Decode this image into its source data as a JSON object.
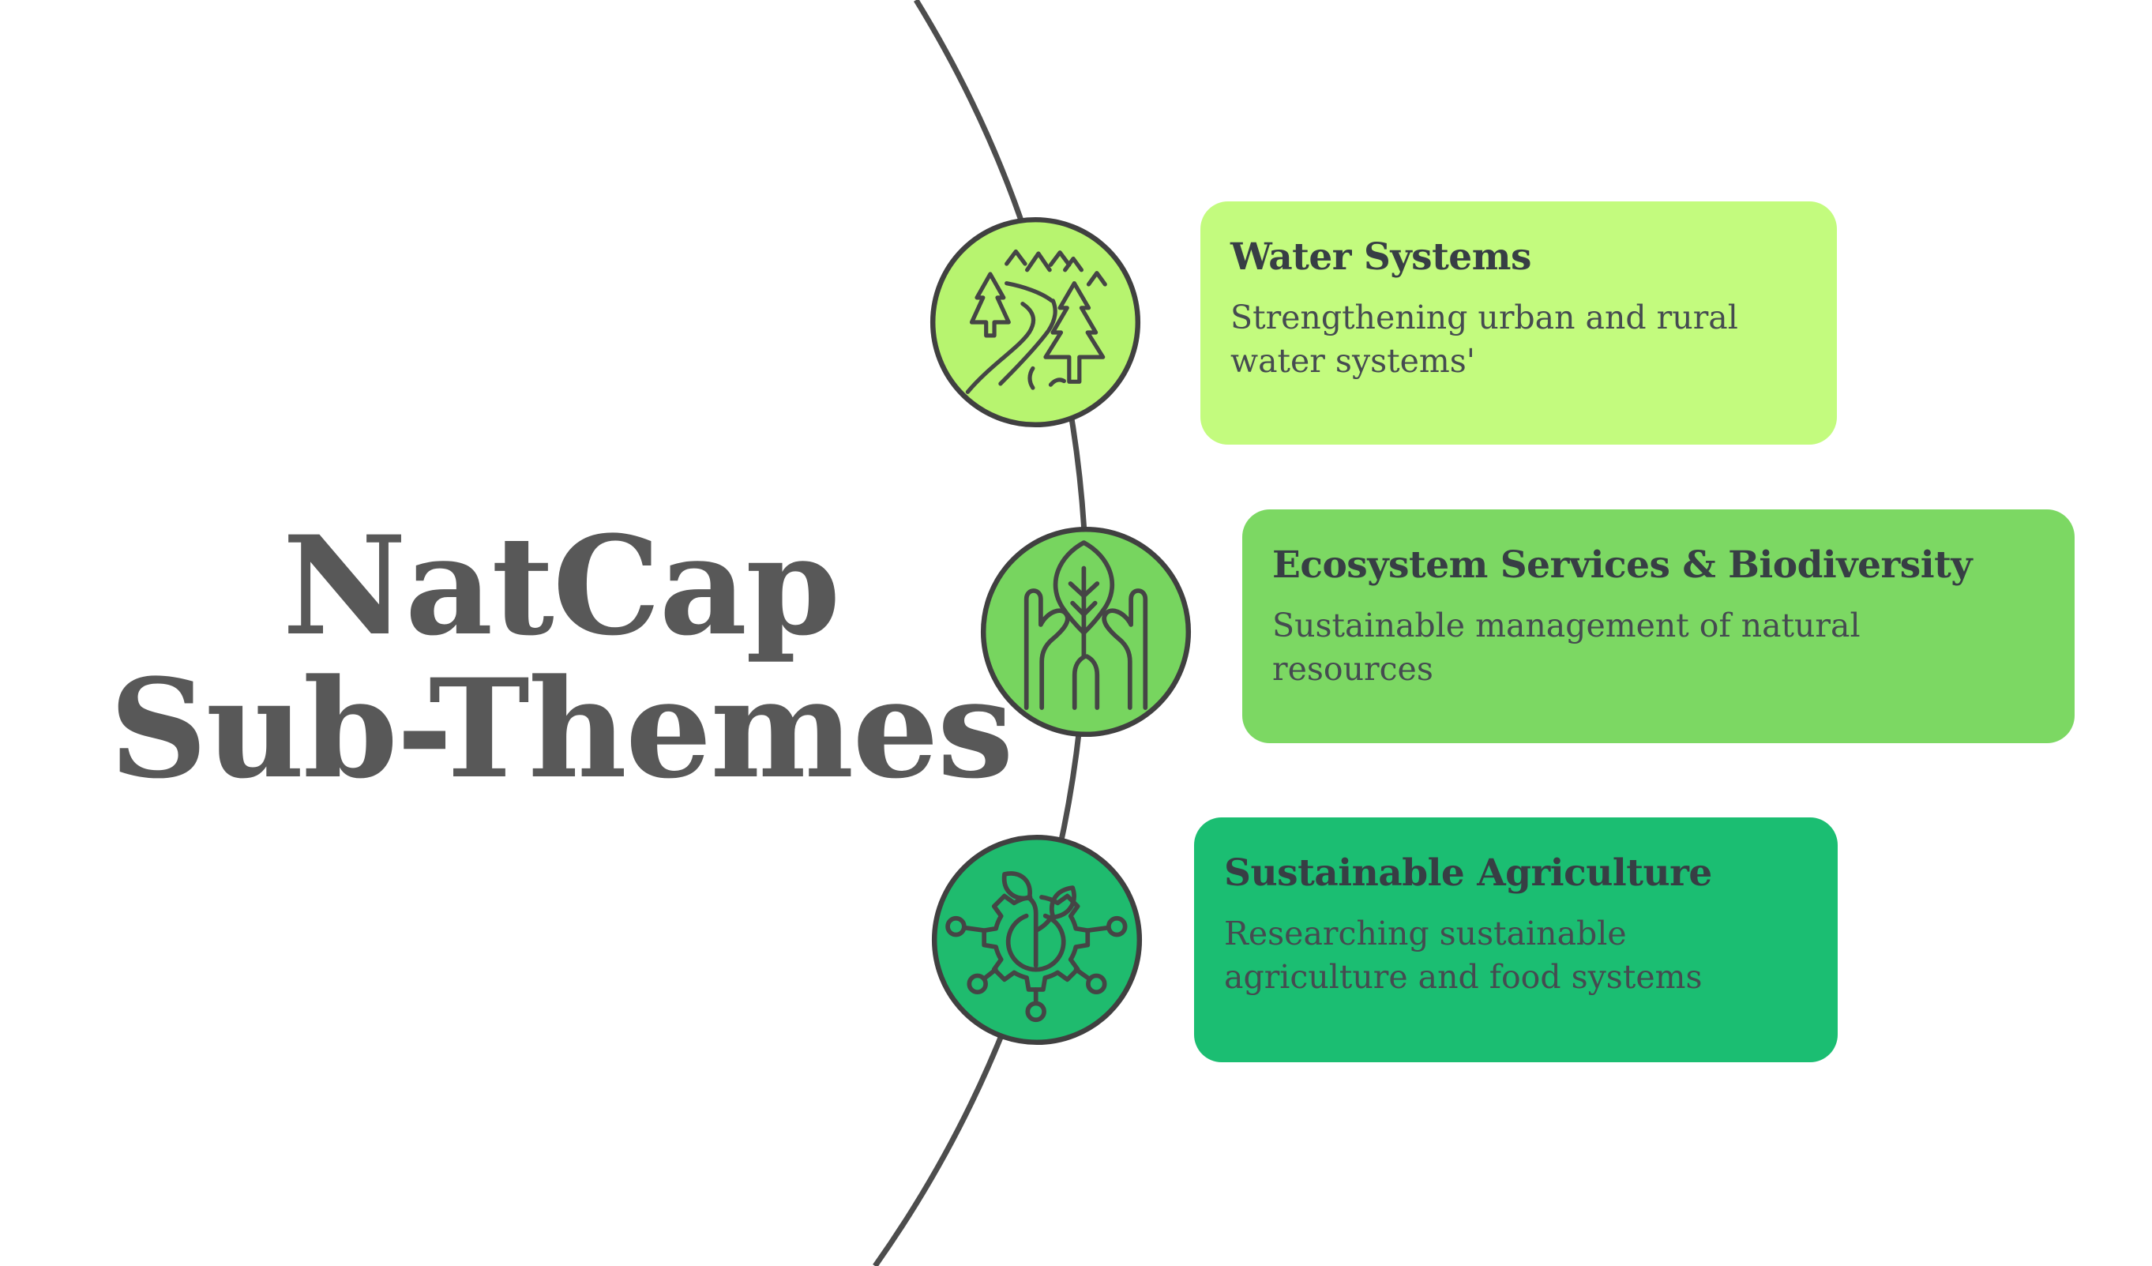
{
  "page": {
    "background": "#ffffff"
  },
  "main_title": {
    "line1": "NatCap",
    "line2": "Sub-Themes",
    "color": "#585858"
  },
  "timeline": {
    "arc_color": "#4d4d4d"
  },
  "text_colors": {
    "card_title": "#373e44",
    "card_body": "#454b50",
    "icon_stroke": "#454545",
    "outline": "#404040"
  },
  "items": [
    {
      "title": "Water Systems",
      "description": "Strengthening urban and rural water systems'",
      "card_color": "#c3fb7e",
      "icon_bg": "#b7f46f",
      "icon": "forest-river-icon"
    },
    {
      "title": "Ecosystem Services & Biodiversity",
      "description": "Sustainable management of natural resources",
      "card_color": "#7cd863",
      "icon_bg": "#77d55f",
      "icon": "hands-holding-leaf-icon"
    },
    {
      "title": "Sustainable Agriculture",
      "description": "Researching sustainable agriculture and food systems",
      "card_color": "#1bbe72",
      "icon_bg": "#1fbb6e",
      "icon": "gear-sprout-network-icon"
    }
  ]
}
